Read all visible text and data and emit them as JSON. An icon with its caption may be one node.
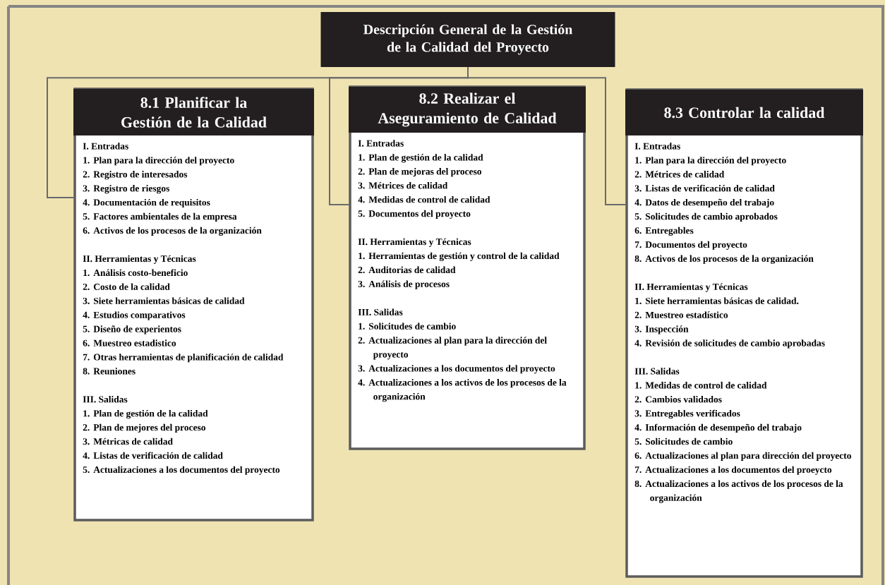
{
  "diagram": {
    "nodes": [
      {
        "text": [
          "Descripción General de la Gestión de la Calidad del Proyecto"
        ]
      },
      {
        "text": [
          "8.1 Planificar la Gestión de la Calidad",
          "I. Entradas",
          "1. Plan para la dirección del proyecto",
          "2. Registro de interesados",
          "3. Registro de riesgos",
          "4. Documentación de requisitos",
          "5. Factores ambientales de la empresa",
          "6. Activos de los procesos de la organización",
          "II. Herramientas y Técnicas",
          "1. Análisis costo-beneficio",
          "2. Costo de la calidad",
          "3. Siete herramientas básicas de calidad",
          "4. Estudios comparativos",
          "5. Diseño de experientos",
          "6. Muestreo estadistico",
          "7. Otras herramientas de planificación de calidad",
          "8. Reuniones",
          "III. Salidas",
          "1. Plan de gestión de la calidad",
          "2. Plan de mejores del proceso",
          "3. Métricas de calidad",
          "4. Listas de verificación de calidad",
          "5. Actualizaciones a los documentos del proyecto"
        ]
      },
      {
        "text": [
          "8.2 Realizar el Aseguramiento de Calidad",
          "I. Entradas",
          "1. Plan de gestión de la calidad",
          "2. Plan de mejoras del proceso",
          "3. Métrices de calidad",
          "4. Medidas de control de calidad",
          "5. Documentos del proyecto",
          "II. Herramientas y Técnicas",
          "1. Herramientas de gestión y control de la calidad",
          "2. Auditorias de calidad",
          "3. Análisis de procesos",
          "III. Salidas",
          "1. Solicitudes de cambio",
          "2. Actualizaciones al plan para la dirección del proyecto",
          "3. Actualizaciones a los documentos del proyecto",
          "4. Actualizaciones a los activos de los procesos de la organización"
        ]
      },
      {
        "text": [
          "8.3 Controlar la calidad",
          "I. Entradas",
          "1. Plan para la dirección del proyecto",
          "2. Métrices de calidad",
          "3. Listas de verificación de calidad",
          "4. Datos de desempeño del trabajo",
          "5. Solicitudes de cambio aprobados",
          "6. Entregables",
          "7. Documentos del proyecto",
          "8. Activos de los procesos de la organización",
          "II. Herramientas y Técnicas",
          "1. Siete herramientas básicas de calidad.",
          "2. Muestreo estadístico",
          "3. Inspección",
          "4. Revisión de solicitudes de cambio aprobadas",
          "III. Salidas",
          "1. Medidas de control de calidad",
          "2. Cambios validados",
          "3. Entregables verificados",
          "4. Información de desempeño del trabajo",
          "5. Solicitudes de cambio",
          "6. Actualizaciones al plan para dirección del proyecto",
          "7. Actualizaciones a los documentos del proeycto",
          "8. Actualizaciones a los activos de los procesos de la organización"
        ]
      }
    ],
    "edges": [
      {
        "from": 0,
        "to": 1,
        "arrow": "none"
      },
      {
        "from": 0,
        "to": 2,
        "arrow": "none"
      },
      {
        "from": 0,
        "to": 3,
        "arrow": "none"
      }
    ]
  }
}
